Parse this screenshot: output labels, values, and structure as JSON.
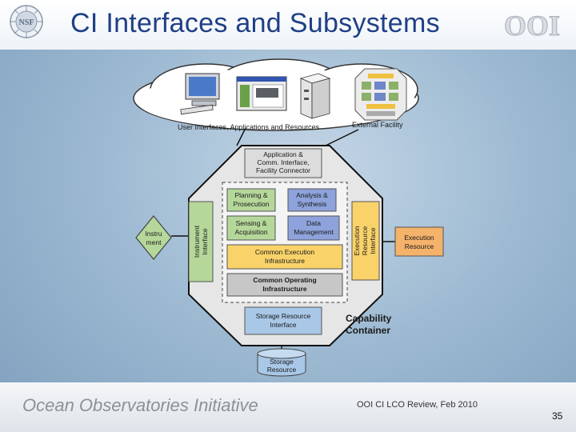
{
  "slide": {
    "title": "CI Interfaces and Subsystems",
    "footer_brand": "Ocean Observatories Initiative",
    "footer_review": "OOI CI LCO Review, Feb 2010",
    "page_number": "35",
    "nsf_logo_text": "NSF",
    "ooi_logo_text": "OOI"
  },
  "diagram": {
    "cloud_label_left": "User Interfaces, Applications and Resources",
    "cloud_label_right": "External Facility",
    "top_box": [
      "Application &",
      "Comm. Interface,",
      "Facility Connector"
    ],
    "planning": [
      "Planning &",
      "Prosecution"
    ],
    "analysis": [
      "Analysis &",
      "Synthesis"
    ],
    "sensing": [
      "Sensing &",
      "Acquisition"
    ],
    "data_mgmt": [
      "Data",
      "Management"
    ],
    "cei": [
      "Common Execution",
      "Infrastructure"
    ],
    "coi": [
      "Common Operating",
      "Infrastructure"
    ],
    "storage_interface": [
      "Storage Resource",
      "Interface"
    ],
    "storage": [
      "Storage",
      "Resource"
    ],
    "instrument": [
      "Instru",
      "ment"
    ],
    "instrument_interface": [
      "Instrument",
      "Interface"
    ],
    "execution_interface": [
      "Execution",
      "Resource",
      "Interface"
    ],
    "execution_resource": [
      "Execution",
      "Resource"
    ],
    "capability": [
      "Capability",
      "Container"
    ]
  },
  "colors": {
    "title": "#1f3f86",
    "green": "#b5d79a",
    "blue": "#8ea3dc",
    "yellow": "#f9d36a",
    "orange": "#f5b26b",
    "gray": "#c7c7c7",
    "lightblue": "#a9c7e6",
    "octagon": "#e6e6e6"
  },
  "icons": [
    "desktop-computer-icon",
    "application-window-icon",
    "server-icon",
    "facility-diagram-icon"
  ]
}
